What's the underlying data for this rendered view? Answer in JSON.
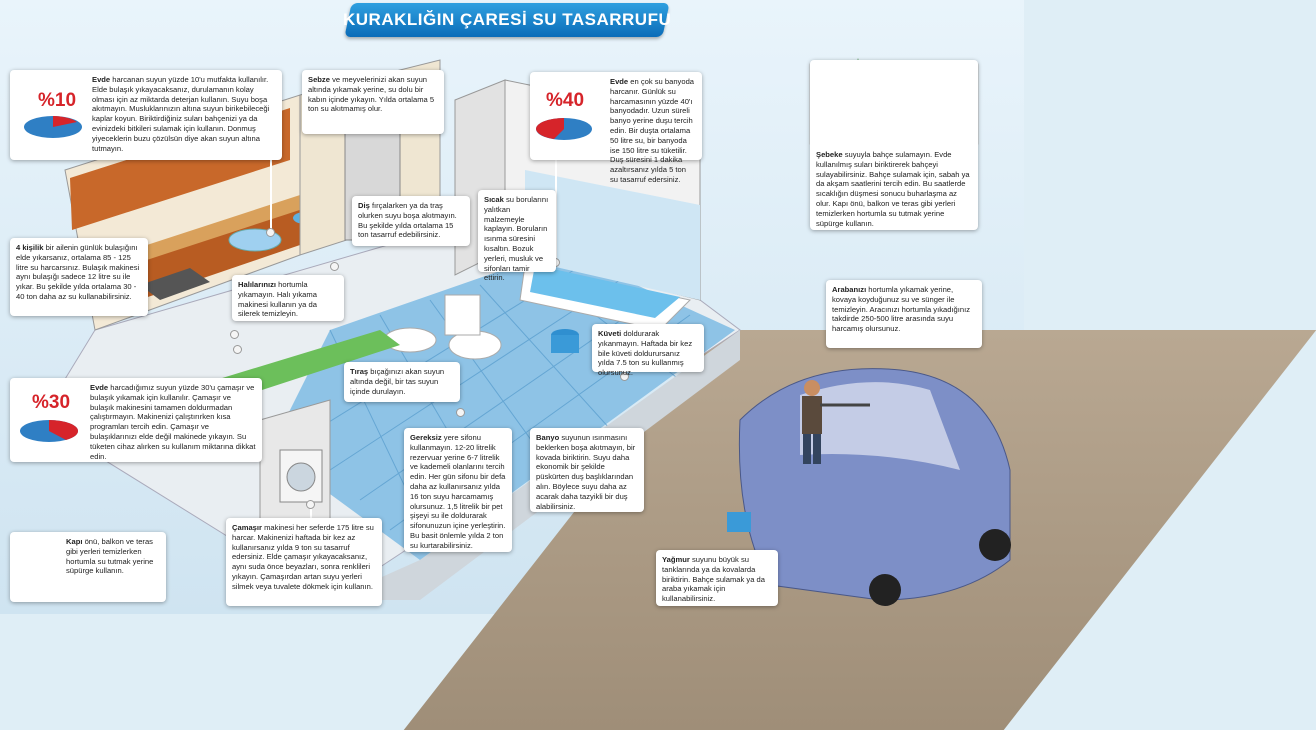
{
  "title": "KURAKLIĞIN ÇARESİ SU TASARRUFU",
  "notes": {
    "kitchen": {
      "percent": "%10",
      "lead": "Evde",
      "text": " harcanan suyun yüzde 10'u mutfakta kullanılır. Elde bulaşık yıkayacaksanız, durulamanın kolay olması için az miktarda deterjan kullanın. Suyu boşa akıtmayın. Musluklarınızın altına suyun birikebileceği kaplar koyun. Biriktirdiğiniz suları bahçenizi ya da evinizdeki bitkileri sulamak için kullanın. Donmuş yiyeceklerin buzu çözülsün diye akan suyun altına tutmayın."
    },
    "vegetables": {
      "lead": "Sebze",
      "text": " ve meyvelerinizi akan suyun altında yıkamak yerine, su dolu bir kabın içinde yıkayın. Yılda ortalama 5 ton su akıtmamış olur."
    },
    "bathroom": {
      "percent": "%40",
      "lead": "Evde",
      "text": " en çok su banyoda harcanır. Günlük su harcamasının yüzde 40'ı banyodadır. Uzun süreli banyo yerine duşu tercih edin. Bir duşta ortalama 50 litre su, bir banyoda ise 150 litre su tüketilir. Duş süresini 1 dakika azaltırsanız yılda 5 ton su tasarruf edersiniz."
    },
    "garden": {
      "lead": "Şebeke",
      "text": " suyuyla bahçe sulamayın. Evde kullanılmış suları biriktirerek bahçeyi sulayabilirsiniz. Bahçe sulamak için, sabah ya da akşam saatlerini tercih edin. Bu saatlerde sıcaklığın düşmesi sonucu buharlaşma az olur. Kapı önü, balkon ve teras gibi yerleri temizlerken hortumla su tutmak yerine süpürge kullanın."
    },
    "dishwasher": {
      "lead": "4 kişilik",
      "text": " bir ailenin günlük bulaşığını elde yıkarsanız, ortalama 85 - 125 litre su harcarsınız. Bulaşık makinesi aynı bulaşığı sadece 12 litre su ile yıkar. Bu şekilde yılda ortalama 30 - 40 ton daha az su kullanabilirsiniz."
    },
    "teeth": {
      "lead": "Diş",
      "text": " fırçalarken ya da traş olurken suyu boşa akıtmayın. Bu şekilde yılda ortalama 15 ton tasarruf edebilirsiniz."
    },
    "hotwater": {
      "lead": "Sıcak",
      "text": " su borularını yalıtkan malzemeyle kaplayın. Boruların ısınma süresini kısaltın. Bozuk yerleri, musluk ve sifonları tamir ettirin."
    },
    "carpet": {
      "lead": "Halılarınızı",
      "text": " hortumla yıkamayın. Halı yıkama makinesi kullanın ya da silerek temizleyin."
    },
    "car": {
      "lead": "Arabanızı",
      "text": " hortumla yıkamak yerine, kovaya koyduğunuz su ve sünger ile temizleyin. Aracınızı hortumla yıkadığınız takdirde 250-500 litre arasında suyu harcamış olursunuz."
    },
    "laundry": {
      "percent": "%30",
      "lead": "Evde",
      "text": " harcadığımız suyun yüzde 30'u çamaşır ve bulaşık yıkamak için kullanılır. Çamaşır ve bulaşık makinesini tamamen doldurmadan çalıştırmayın. Makinenizi çalıştırırken kısa programları tercih edin. Çamaşır ve bulaşıklarınızı elde değil makinede yıkayın. Su tüketen cihaz alırken su kullanım miktarına dikkat edin."
    },
    "shaving": {
      "lead": "Tıraş",
      "text": " bıçağınızı akan suyun altında değil, bir tas suyun içinde durulayın."
    },
    "tub": {
      "lead": "Küveti",
      "text": " doldurarak yıkanmayın. Haftada bir kez bile küveti doldurursanız yılda 7.5 ton su kullanmış olursunuz."
    },
    "toilet": {
      "lead": "Gereksiz",
      "text": " yere sifonu kullanmayın. 12-20 litrelik rezervuar yerine 6-7 litrelik ve kademeli olanlarını tercih edin. Her gün sifonu bir defa daha az kullanırsanız yılda 16 ton suyu harcamamış olursunuz. 1,5 litrelik bir pet şişeyi su ile doldurarak sifonunuzun içine yerleştirin. Bu basit önlemle yılda 2 ton su kurtarabilirsiniz."
    },
    "shower": {
      "lead": "Banyo",
      "text": " suyunun ısınmasını beklerken boşa akıtmayın, bir kovada biriktirin. Suyu daha ekonomik bir şekilde püskürten duş başlıklarından alın. Böylece suyu daha az acarak daha tazyikli bir duş alabilirsiniz."
    },
    "broom": {
      "lead": "Kapı",
      "text": " önü, balkon ve teras gibi yerleri temizlerken hortumla su tutmak yerine süpürge kullanın."
    },
    "washing": {
      "lead": "Çamaşır",
      "text": " makinesi her seferde 175 litre su harcar. Makinenizi haftada bir kez az kullanırsanız yılda 9 ton su tasarruf edersiniz. Elde çamaşır yıkayacaksanız, aynı suda önce beyazları, sonra renklileri yıkayın. Çamaşırdan artan suyu yerleri silmek veya tuvalete dökmek için kullanın."
    },
    "rain": {
      "lead": "Yağmur",
      "text": " suyunu büyük su tanklarında ya da kovalarda biriktirin. Bahçe sulamak ya da araba yıkamak için kullanabilirsiniz."
    }
  },
  "colors": {
    "accent_red": "#d6242a",
    "pie_blue": "#2f7fc4",
    "banner_blue": "#0b6cb8"
  }
}
